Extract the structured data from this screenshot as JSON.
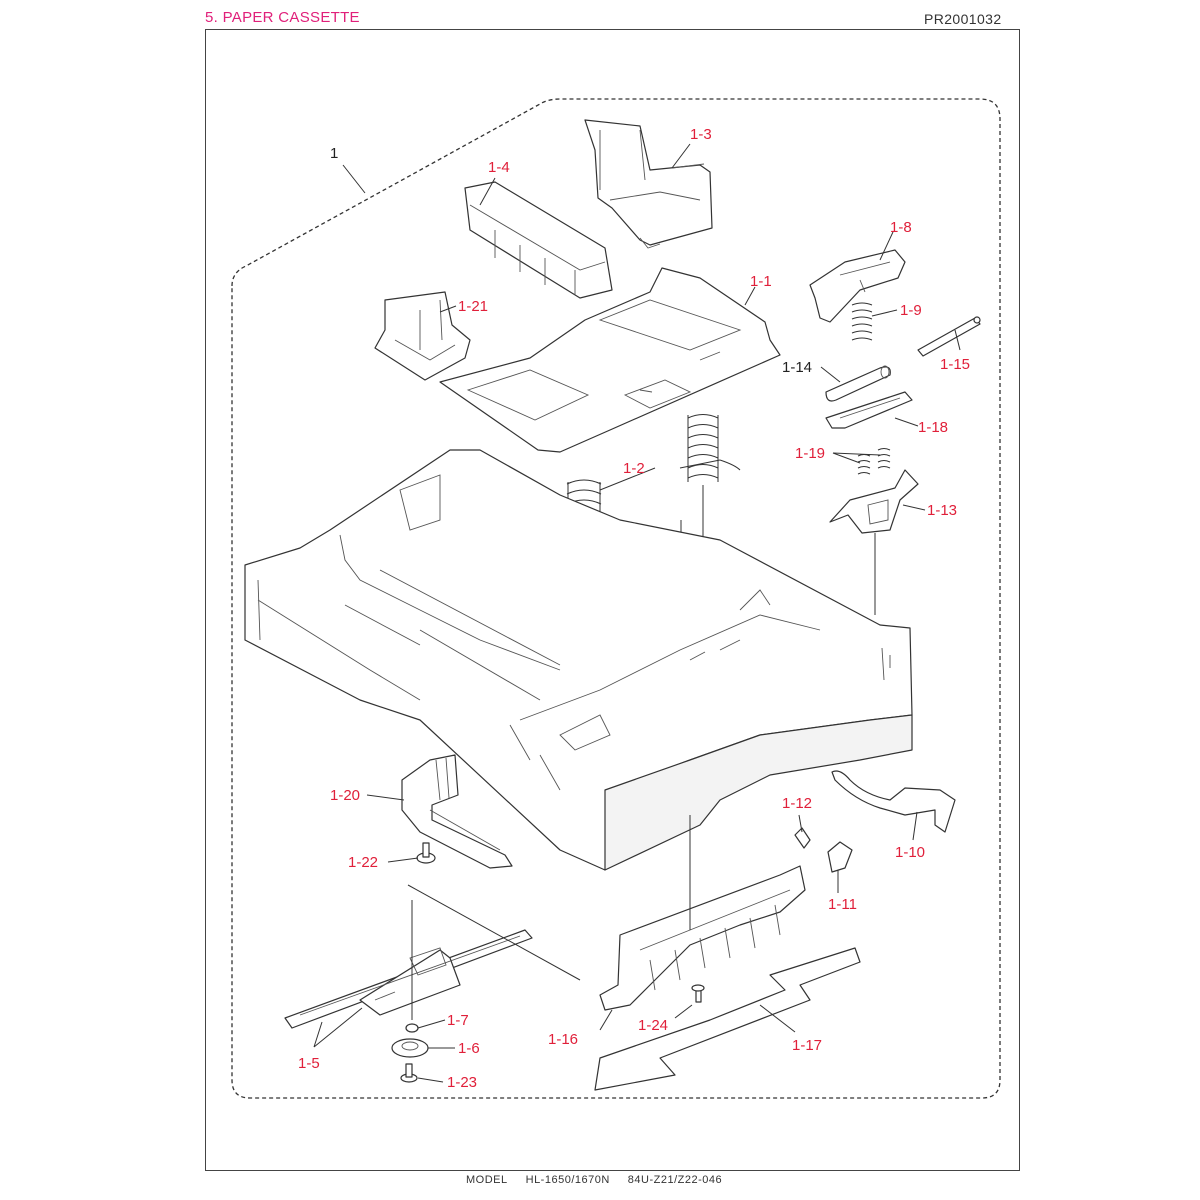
{
  "header": {
    "title": "5. PAPER CASSETTE",
    "code": "PR2001032"
  },
  "footer": {
    "model_label": "MODEL",
    "model_value": "HL-1650/1670N",
    "model_code": "84U-Z21/Z22-046"
  },
  "labels": {
    "assembly": "1",
    "p1_1": "1-1",
    "p1_2": "1-2",
    "p1_3": "1-3",
    "p1_4": "1-4",
    "p1_5": "1-5",
    "p1_6": "1-6",
    "p1_7": "1-7",
    "p1_8": "1-8",
    "p1_9": "1-9",
    "p1_10": "1-10",
    "p1_11": "1-11",
    "p1_12": "1-12",
    "p1_13": "1-13",
    "p1_14": "1-14",
    "p1_15": "1-15",
    "p1_16": "1-16",
    "p1_17": "1-17",
    "p1_18": "1-18",
    "p1_19": "1-19",
    "p1_20": "1-20",
    "p1_21": "1-21",
    "p1_22": "1-22",
    "p1_23": "1-23",
    "p1_24": "1-24"
  }
}
